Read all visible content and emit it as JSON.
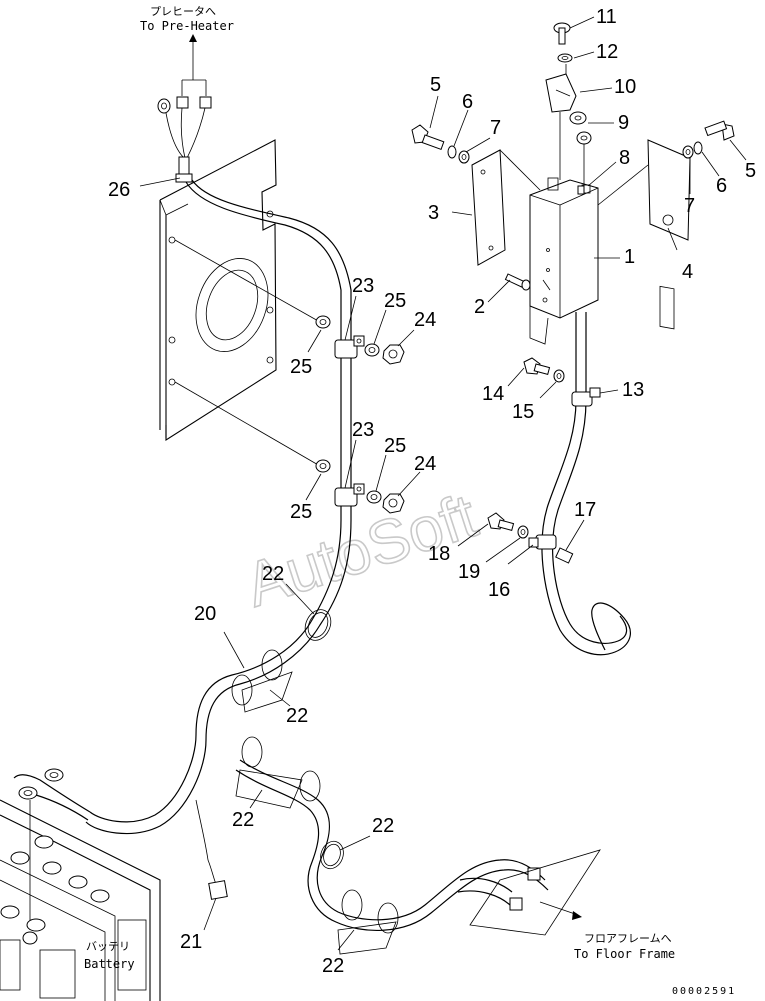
{
  "notes": {
    "pre_heater_jp": "プレヒータへ",
    "pre_heater_en": "To Pre-Heater",
    "floor_frame_jp": "フロアフレームへ",
    "floor_frame_en": "To Floor Frame",
    "battery_jp": "バッテリ",
    "battery_en": "Battery"
  },
  "watermark": "AutoSoft",
  "drawing_code": "00002591",
  "callouts": {
    "c1": "1",
    "c2": "2",
    "c3": "3",
    "c4": "4",
    "c5a": "5",
    "c5b": "5",
    "c6a": "6",
    "c6b": "6",
    "c7a": "7",
    "c7b": "7",
    "c8": "8",
    "c9": "9",
    "c10": "10",
    "c11": "11",
    "c12": "12",
    "c13": "13",
    "c14": "14",
    "c15": "15",
    "c16": "16",
    "c17": "17",
    "c18": "18",
    "c19": "19",
    "c20": "20",
    "c21": "21",
    "c22a": "22",
    "c22b": "22",
    "c22c": "22",
    "c22d": "22",
    "c22e": "22",
    "c23a": "23",
    "c23b": "23",
    "c24a": "24",
    "c24b": "24",
    "c25a": "25",
    "c25b": "25",
    "c25c": "25",
    "c25d": "25",
    "c26": "26"
  }
}
